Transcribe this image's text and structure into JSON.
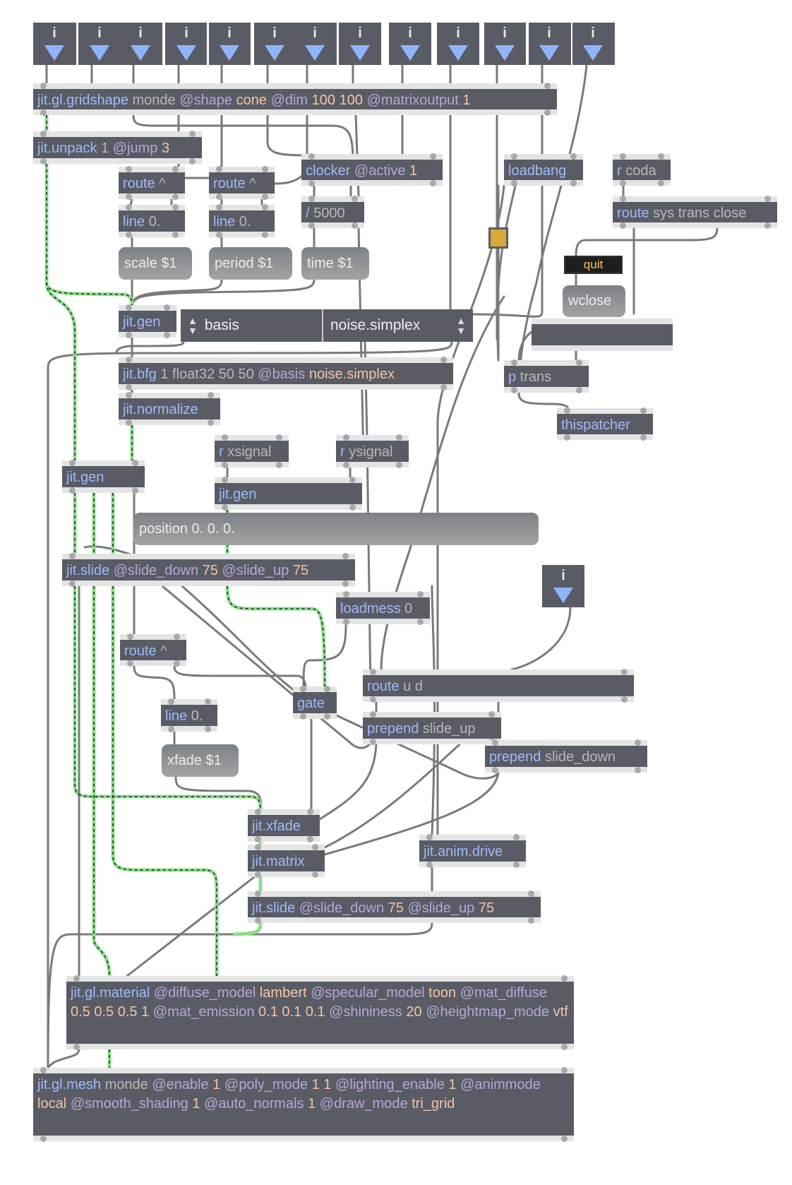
{
  "colors": {
    "box_bg": "#595c64",
    "strip": "#e4e4e4",
    "object_name": "#9fbafb",
    "argument": "#b8b8b8",
    "attribute": "#b7a6d8",
    "value": "#f4c3a6",
    "cord": "#7a7a7a",
    "matrix_cord": "#8be08b",
    "toggle_on": "#dca83a",
    "comment_text": "#f5c842",
    "button_arrow": "#8fb4fb"
  },
  "inlet_buttons": [
    {
      "label": "i",
      "icon": "down-triangle-icon"
    },
    {
      "label": "i",
      "icon": "down-triangle-icon"
    },
    {
      "label": "i",
      "icon": "down-triangle-icon"
    },
    {
      "label": "i",
      "icon": "down-triangle-icon"
    },
    {
      "label": "i",
      "icon": "down-triangle-icon"
    },
    {
      "label": "i",
      "icon": "down-triangle-icon"
    },
    {
      "label": "i",
      "icon": "down-triangle-icon"
    },
    {
      "label": "i",
      "icon": "down-triangle-icon"
    },
    {
      "label": "i",
      "icon": "down-triangle-icon"
    },
    {
      "label": "i",
      "icon": "down-triangle-icon"
    },
    {
      "label": "i",
      "icon": "down-triangle-icon"
    },
    {
      "label": "i",
      "icon": "down-triangle-icon"
    },
    {
      "label": "i",
      "icon": "down-triangle-icon"
    },
    {
      "label": "i",
      "icon": "down-triangle-icon"
    }
  ],
  "objects": {
    "gridshape": [
      [
        "jit.gl.gridshape",
        "obj"
      ],
      [
        " monde",
        "arg"
      ],
      [
        " @shape",
        "attr"
      ],
      [
        " cone",
        "val"
      ],
      [
        " @dim",
        "attr"
      ],
      [
        " 100 100",
        "val"
      ],
      [
        " @matrixoutput",
        "attr"
      ],
      [
        " 1",
        "val"
      ]
    ],
    "unpack": [
      [
        "jit.unpack",
        "obj"
      ],
      [
        " 1",
        "arg"
      ],
      [
        " @jump",
        "attr"
      ],
      [
        " 3",
        "val"
      ]
    ],
    "route1": [
      [
        "route",
        "obj"
      ],
      [
        " ^",
        "arg"
      ]
    ],
    "route2": [
      [
        "route",
        "obj"
      ],
      [
        " ^",
        "arg"
      ]
    ],
    "clocker": [
      [
        "clocker",
        "obj"
      ],
      [
        " @active",
        "attr"
      ],
      [
        " 1",
        "val"
      ]
    ],
    "loadbang": [
      [
        "loadbang",
        "obj"
      ]
    ],
    "rcoda": [
      [
        "r",
        "obj"
      ],
      [
        " coda",
        "arg"
      ]
    ],
    "routesys": [
      [
        "route",
        "obj"
      ],
      [
        " sys trans close",
        "arg"
      ]
    ],
    "line1": [
      [
        "line",
        "obj"
      ],
      [
        " 0.",
        "arg"
      ]
    ],
    "line2": [
      [
        "line",
        "obj"
      ],
      [
        " 0.",
        "arg"
      ]
    ],
    "div": [
      [
        "/",
        "obj"
      ],
      [
        " 5000",
        "arg"
      ]
    ],
    "gen1": [
      [
        "jit.gen",
        "obj"
      ]
    ],
    "bfg": [
      [
        "jit.bfg",
        "obj"
      ],
      [
        " 1 float32 50 50",
        "arg"
      ],
      [
        " @basis",
        "attr"
      ],
      [
        " noise.simplex",
        "val"
      ]
    ],
    "ptrans": [
      [
        "p",
        "obj"
      ],
      [
        " trans",
        "arg"
      ]
    ],
    "normalize": [
      [
        "jit.normalize",
        "obj"
      ]
    ],
    "thispatcher": [
      [
        "thispatcher",
        "obj"
      ]
    ],
    "gen2": [
      [
        "jit.gen",
        "obj"
      ]
    ],
    "rx": [
      [
        "r",
        "obj"
      ],
      [
        " xsignal",
        "arg"
      ]
    ],
    "ry": [
      [
        "r",
        "obj"
      ],
      [
        " ysignal",
        "arg"
      ]
    ],
    "gen3": [
      [
        "jit.gen",
        "obj"
      ]
    ],
    "slide1": [
      [
        "jit.slide",
        "obj"
      ],
      [
        " @slide_down",
        "attr"
      ],
      [
        " 75",
        "val"
      ],
      [
        " @slide_up",
        "attr"
      ],
      [
        " 75",
        "val"
      ]
    ],
    "loadmess": [
      [
        "loadmess",
        "obj"
      ],
      [
        " 0",
        "arg"
      ]
    ],
    "route3": [
      [
        "route",
        "obj"
      ],
      [
        " ^",
        "arg"
      ]
    ],
    "routeud": [
      [
        "route",
        "obj"
      ],
      [
        " u d",
        "arg"
      ]
    ],
    "gate": [
      [
        "gate",
        "obj"
      ]
    ],
    "line3": [
      [
        "line",
        "obj"
      ],
      [
        " 0.",
        "arg"
      ]
    ],
    "prepup": [
      [
        "prepend",
        "obj"
      ],
      [
        " slide_up",
        "arg"
      ]
    ],
    "prepdown": [
      [
        "prepend",
        "obj"
      ],
      [
        " slide_down",
        "arg"
      ]
    ],
    "xfade": [
      [
        "jit.xfade",
        "obj"
      ]
    ],
    "matrix": [
      [
        "jit.matrix",
        "obj"
      ]
    ],
    "animdrive": [
      [
        "jit.anim.drive",
        "obj"
      ]
    ],
    "slide2": [
      [
        "jit.slide",
        "obj"
      ],
      [
        " @slide_down",
        "attr"
      ],
      [
        " 75",
        "val"
      ],
      [
        " @slide_up",
        "attr"
      ],
      [
        " 75",
        "val"
      ]
    ],
    "material": [
      [
        "jit.gl.material",
        "obj"
      ],
      [
        " @diffuse_model",
        "attr"
      ],
      [
        " lambert",
        "val"
      ],
      [
        " @specular_model",
        "attr"
      ],
      [
        " toon",
        "val"
      ],
      [
        " @mat_diffuse",
        "attr"
      ],
      [
        " 0.5 0.5 0.5 1",
        "val"
      ],
      [
        " @mat_emission",
        "attr"
      ],
      [
        " 0.1 0.1 0.1",
        "val"
      ],
      [
        " @shininess",
        "attr"
      ],
      [
        " 20",
        "val"
      ],
      [
        " @heightmap_mode",
        "attr"
      ],
      [
        " vtf",
        "val"
      ]
    ],
    "mesh": [
      [
        "jit.gl.mesh",
        "obj"
      ],
      [
        " monde",
        "arg"
      ],
      [
        " @enable",
        "attr"
      ],
      [
        " 1",
        "val"
      ],
      [
        " @poly_mode",
        "attr"
      ],
      [
        " 1 1",
        "val"
      ],
      [
        " @lighting_enable",
        "attr"
      ],
      [
        " 1",
        "val"
      ],
      [
        " @animmode",
        "attr"
      ],
      [
        " local",
        "val"
      ],
      [
        " @smooth_shading",
        "attr"
      ],
      [
        " 1",
        "val"
      ],
      [
        " @auto_normals",
        "attr"
      ],
      [
        " 1",
        "val"
      ],
      [
        " @draw_mode",
        "attr"
      ],
      [
        " tri_grid",
        "val"
      ]
    ]
  },
  "messages": {
    "scale": "scale $1",
    "period": "period $1",
    "time": "time $1",
    "wclose": "wclose",
    "position": "position 0. 0. 0.",
    "xfade": "xfade $1"
  },
  "comment_quit": "quit",
  "toggle": {
    "state": true
  },
  "umenu_basis": {
    "label": "basis",
    "selected": "noise.simplex"
  }
}
